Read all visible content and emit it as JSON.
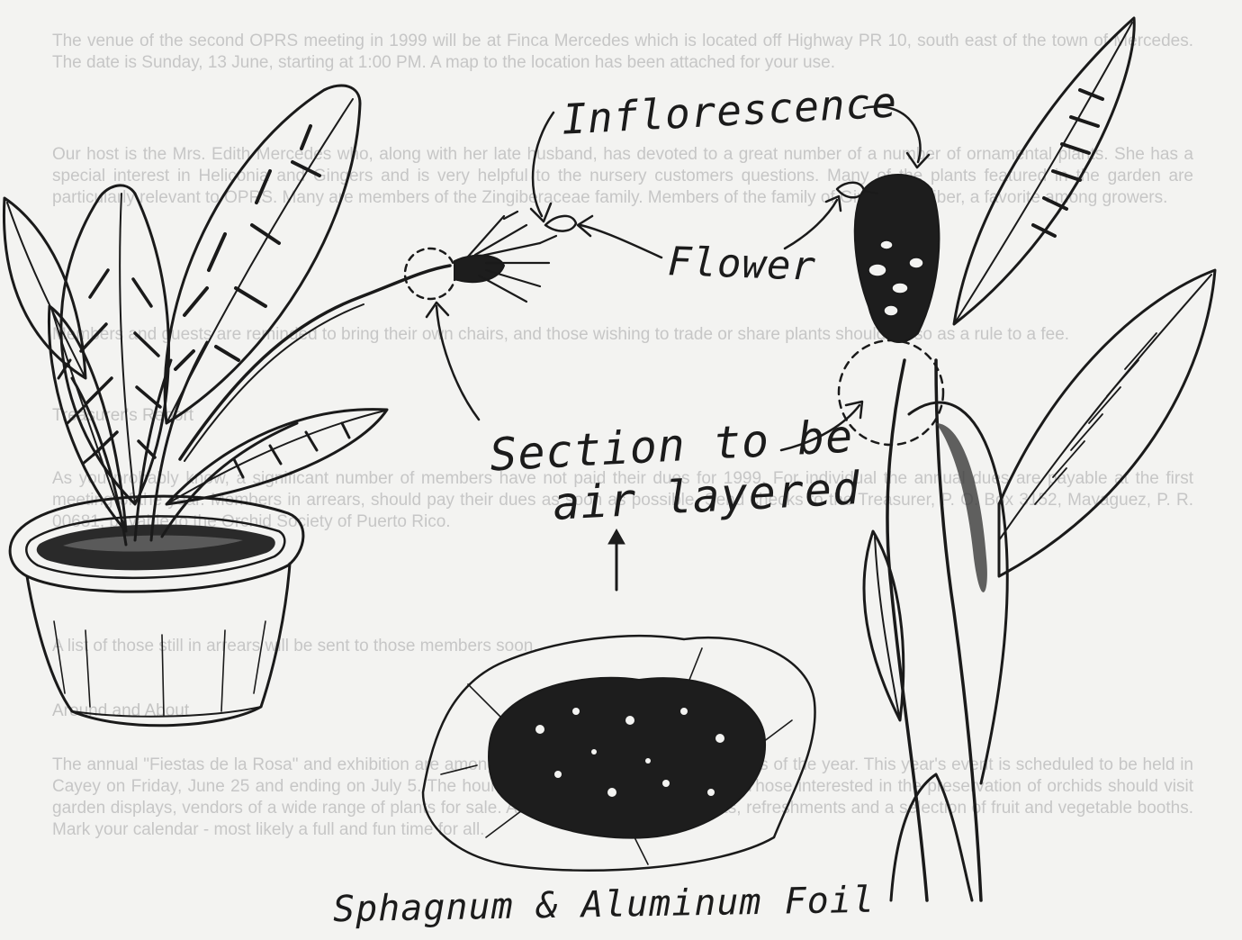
{
  "labels": {
    "inflorescence": "Inflorescence",
    "flower": "Flower",
    "section_line1": "Section to be",
    "section_line2": "air layered",
    "sphagnum": "Sphagnum & Aluminum Foil"
  },
  "background_text": {
    "para1": "The venue of the second OPRS meeting in 1999 will be at Finca Mercedes which is located off Highway PR 10, south east of the town of Mercedes. The date is Sunday, 13 June, starting at 1:00 PM. A map to the location has been attached for your use.",
    "para2": "Our host is the Mrs. Edith Mercedes who, along with her late husband, has devoted to a great number of a number of ornamental plants. She has a special interest in Heliconia and Gingers and is very helpful to the nursery customers questions. Many of the plants featured in the garden are particularly relevant to OPRS. Many are members of the Zingiberaceae family. Members of the family of Ginger, Zingiber, a favorite among growers.",
    "para3": "Members and guests are reminded to bring their own chairs, and those wishing to trade or share plants should do so as a rule to a fee.",
    "heading1": "Treasurer's Report",
    "para4": "As you probably know, a significant number of members have not paid their dues for 1999. For individual the annual dues are payable at the first meeting of the year. Members in arrears, should pay their dues as soon as possible. Send checks to the Treasurer, P. O. Box 3152, Mayaguez, P. R. 00681, payable to the Orchid Society of Puerto Rico.",
    "para5": "A list of those still in arrears will be sent to those members soon.",
    "heading2": "Around and About",
    "para6": "The annual \"Fiestas de la Rosa\" and exhibition are among the outstanding horticultural events of the year. This year's event is scheduled to be held in Cayey on Friday, June 25 and ending on July 5. The hours are from 9:00 AM to 5:00 PM. Those interested in the preservation of orchids should visit garden displays, vendors of a wide range of plants for sale. As usual, there will be exhibits, refreshments and a selection of fruit and vegetable booths. Mark your calendar - most likely a full and fun time for all."
  }
}
